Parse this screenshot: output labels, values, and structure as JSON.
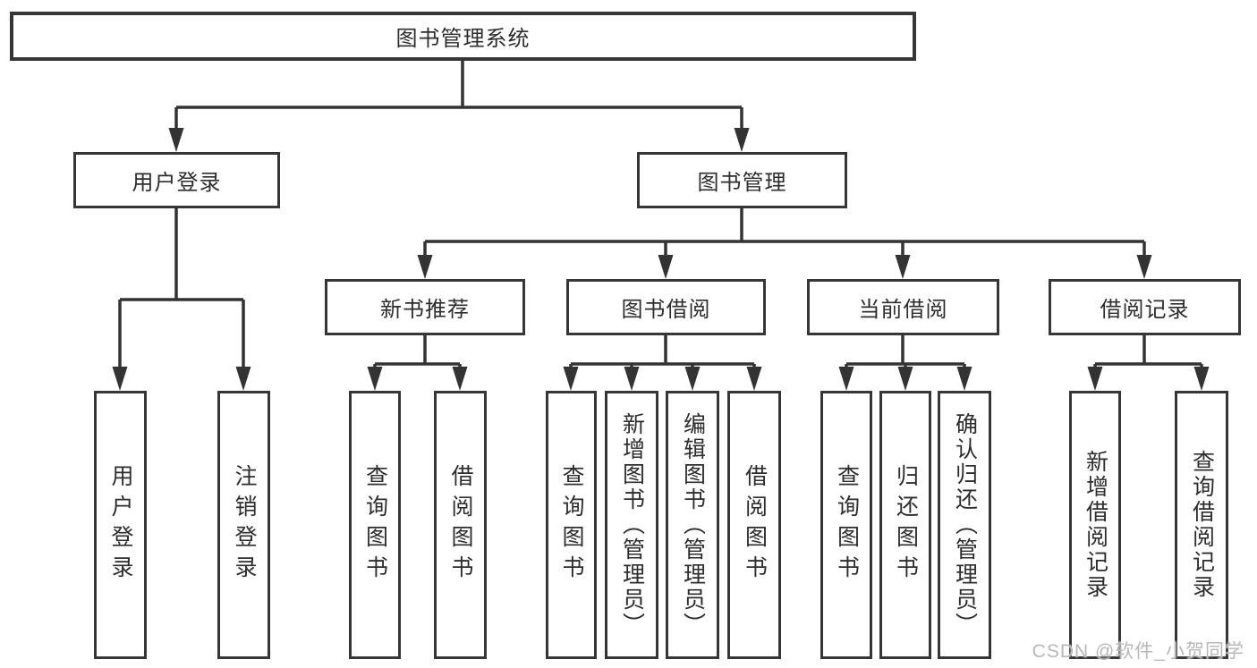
{
  "diagram": {
    "root": {
      "label": "图书管理系统"
    },
    "branches": [
      {
        "label": "用户登录",
        "children": [
          {
            "label": "用户登录"
          },
          {
            "label": "注销登录"
          }
        ]
      },
      {
        "label": "图书管理",
        "children": [
          {
            "label": "新书推荐",
            "children": [
              {
                "label": "查询图书"
              },
              {
                "label": "借阅图书"
              }
            ]
          },
          {
            "label": "图书借阅",
            "children": [
              {
                "label": "查询图书"
              },
              {
                "label": "新增图书（管理员）"
              },
              {
                "label": "编辑图书（管理员）"
              },
              {
                "label": "借阅图书"
              }
            ]
          },
          {
            "label": "当前借阅",
            "children": [
              {
                "label": "查询图书"
              },
              {
                "label": "归还图书"
              },
              {
                "label": "确认归还（管理员）"
              }
            ]
          },
          {
            "label": "借阅记录",
            "children": [
              {
                "label": "新增借阅记录"
              },
              {
                "label": "查询借阅记录"
              }
            ]
          }
        ]
      }
    ]
  },
  "watermark": {
    "text": "CSDN @软件_小贺同学"
  },
  "colors": {
    "line": "#333333",
    "box_border": "#363636",
    "box_background": "#ffffff",
    "text": "#2d2d2d",
    "watermark": "#b8b8b8",
    "page_background": "#ffffff"
  }
}
